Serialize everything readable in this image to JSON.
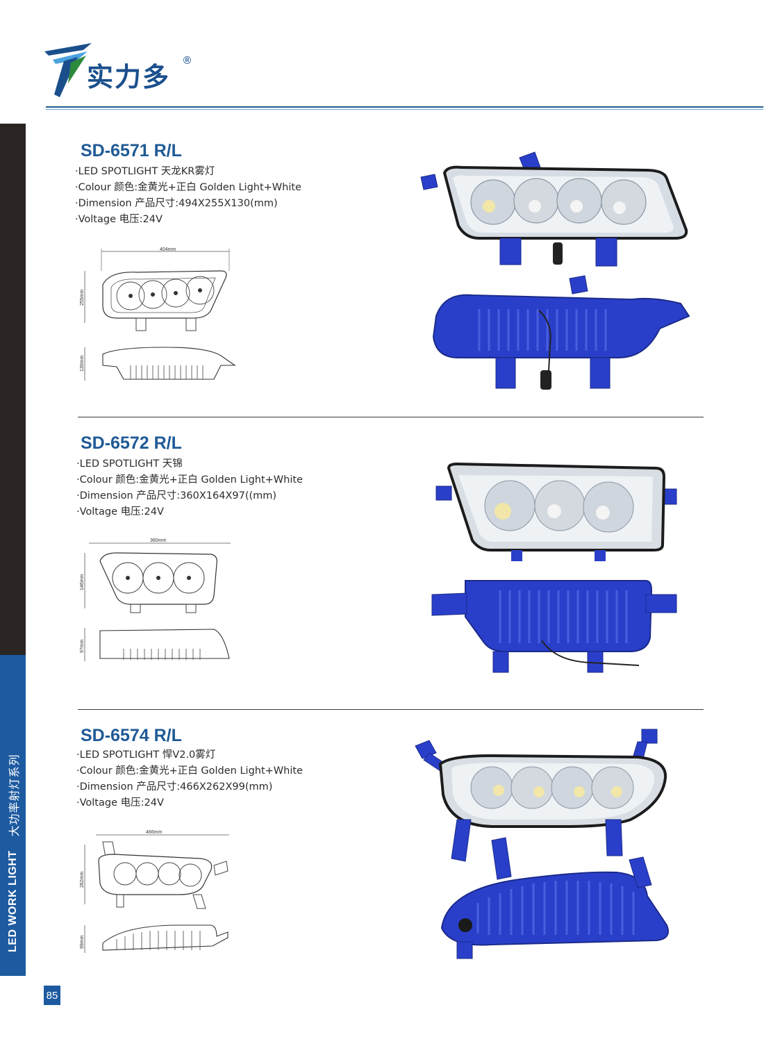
{
  "header": {
    "brand_cn": "实力多",
    "registered_mark": "®"
  },
  "sidebar": {
    "category_en": "LED WORK LIGHT",
    "category_cn": "大功率射灯系列"
  },
  "page_number": "85",
  "products": [
    {
      "model": "SD-6571 R/L",
      "specs": [
        "·LED SPOTLIGHT  天龙KR雾灯",
        "·Colour  颜色:金黄光+正白   Golden Light+White",
        "·Dimension  产品尺寸:494X255X130(mm)",
        "·Voltage  电压:24V"
      ],
      "drawing": {
        "width_label": "404mm",
        "height_label": "255mm",
        "depth_label": "130mm"
      }
    },
    {
      "model": "SD-6572 R/L",
      "specs": [
        "·LED SPOTLIGHT  天锦",
        "·Colour  颜色:金黄光+正白   Golden Light+White",
        "·Dimension  产品尺寸:360X164X97((mm)",
        "·Voltage  电压:24V"
      ],
      "drawing": {
        "width_label": "360mm",
        "height_label": "146mm",
        "depth_label": "97mm"
      }
    },
    {
      "model": "SD-6574 R/L",
      "specs": [
        "·LED SPOTLIGHT  悍V2.0雾灯",
        "·Colour  颜色:金黄光+正白   Golden Light+White",
        "·Dimension  产品尺寸:466X262X99(mm)",
        "·Voltage  电压:24V"
      ],
      "drawing": {
        "width_label": "466mm",
        "height_label": "262mm",
        "depth_label": "99mm"
      }
    }
  ],
  "colors": {
    "brand_blue": "#1f5a96",
    "housing_blue": "#2a3fc9",
    "sidebar_dark": "#2a2523",
    "sidebar_blue": "#1d5aa0"
  }
}
